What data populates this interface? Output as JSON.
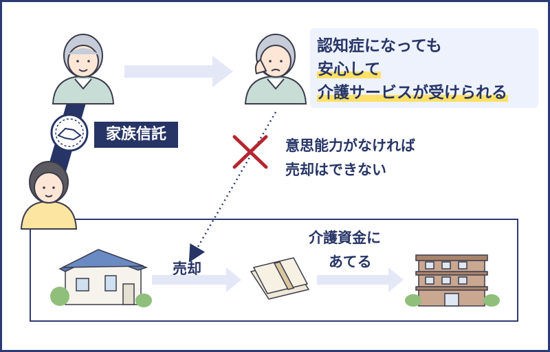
{
  "callout": {
    "line1": "認知症になっても",
    "line2": "安心して",
    "line3": "介護サービスが受けられる"
  },
  "trust_label": "家族信託",
  "warning": {
    "line1": "意思能力がなければ",
    "line2": "売却はできない"
  },
  "flow": {
    "sell_label": "売却",
    "fund_line1": "介護資金に",
    "fund_line2": "あてる"
  },
  "colors": {
    "navy": "#263466",
    "highlight": "#ffe066",
    "arrow": "#e4e7f6",
    "cross": "#b5262f",
    "callout_bg": "#eef2fc"
  },
  "icons": [
    "elderly-person-icon",
    "worried-elderly-person-icon",
    "handshake-icon",
    "young-family-member-icon",
    "cross-icon",
    "house-icon",
    "cash-bundle-icon",
    "care-facility-icon"
  ]
}
